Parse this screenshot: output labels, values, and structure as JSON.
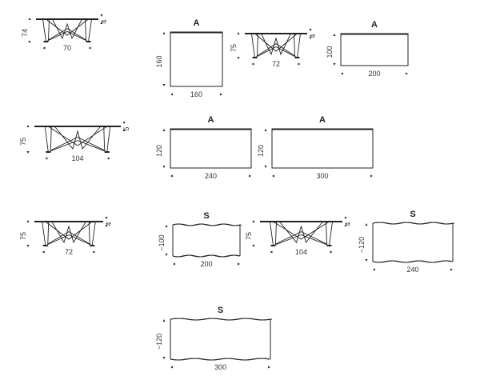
{
  "elevations": [
    {
      "id": "e1",
      "h": "74",
      "w": "70",
      "t": "4"
    },
    {
      "id": "e2",
      "h": "75",
      "w": "72",
      "t": "4"
    },
    {
      "id": "e3",
      "h": "75",
      "w": "104",
      "t": "5"
    },
    {
      "id": "e4",
      "h": "75",
      "w": "72",
      "t": "4"
    },
    {
      "id": "e5",
      "h": "75",
      "w": "104",
      "t": "4"
    }
  ],
  "tops": [
    {
      "id": "p1",
      "label": "A",
      "w": "160",
      "h": "160"
    },
    {
      "id": "p2",
      "label": "A",
      "w": "200",
      "h": "100"
    },
    {
      "id": "p3",
      "label": "A",
      "w": "240",
      "h": "120"
    },
    {
      "id": "p4",
      "label": "A",
      "w": "300",
      "h": "120"
    },
    {
      "id": "p5",
      "label": "S",
      "w": "200",
      "h": "~100"
    },
    {
      "id": "p6",
      "label": "S",
      "w": "240",
      "h": "~120"
    },
    {
      "id": "p7",
      "label": "S",
      "w": "300",
      "h": "~120"
    }
  ]
}
